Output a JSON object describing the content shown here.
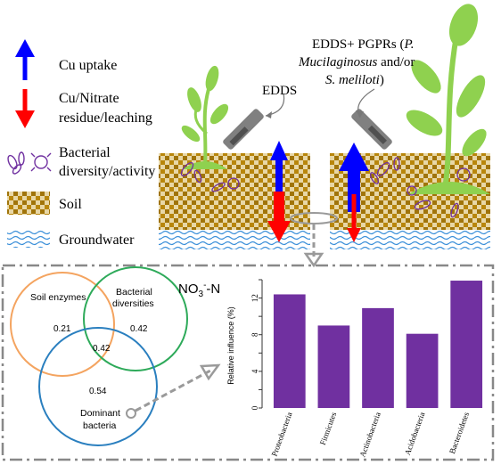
{
  "legend": {
    "cu_uptake": "Cu uptake",
    "residue_line1": "Cu/Nitrate",
    "residue_line2": "residue/leaching",
    "bacteria_line1": "Bacterial",
    "bacteria_line2": "diversity/activity",
    "soil": "Soil",
    "groundwater": "Groundwater"
  },
  "treatments": {
    "left_label": "EDDS",
    "right_line1_a": "EDDS+ PGPRs (",
    "right_line1_b": "P.",
    "right_line2": "Mucilaginosus",
    "right_line2_b": " and/or",
    "right_line3": "S. meliloti",
    "right_line3_b": ")"
  },
  "venn": {
    "title_main": "NO",
    "title_sub": "3",
    "title_sup": "-",
    "title_tail": "-N",
    "circles": [
      {
        "label_line1": "Soil enzymes",
        "label_line2": "",
        "value": "0.21",
        "color": "#f4a460"
      },
      {
        "label_line1": "Bacterial",
        "label_line2": "diversities",
        "value": "0.42",
        "color": "#2eaa5a"
      },
      {
        "label_line1": "Dominant",
        "label_line2": "bacteria",
        "value": "0.54",
        "color": "#2a7fbf"
      }
    ],
    "intersection_value": "0.42"
  },
  "chart_data": {
    "type": "bar",
    "categories": [
      "Proteobacteria",
      "Firmicutes",
      "Actinobacteria",
      "Acidobacteria",
      "Bacteroidetes"
    ],
    "values": [
      12.4,
      9.0,
      10.9,
      8.1,
      13.9
    ],
    "ylabel": "Relative influence (%)",
    "xlabel": "",
    "ylim": [
      0,
      14
    ],
    "yticks": [
      0,
      2,
      4,
      6,
      8,
      10,
      12,
      14
    ],
    "ytick_labels": [
      "0",
      "",
      "4",
      "",
      "8",
      "",
      "12",
      ""
    ],
    "color": "#7030a0"
  },
  "colors": {
    "uptake_arrow": "#0000ff",
    "leach_arrow": "#ff0000",
    "soil": "#b8860b",
    "plant": "#8fd14f",
    "bacteria": "#7030a0",
    "frame": "#888888"
  }
}
